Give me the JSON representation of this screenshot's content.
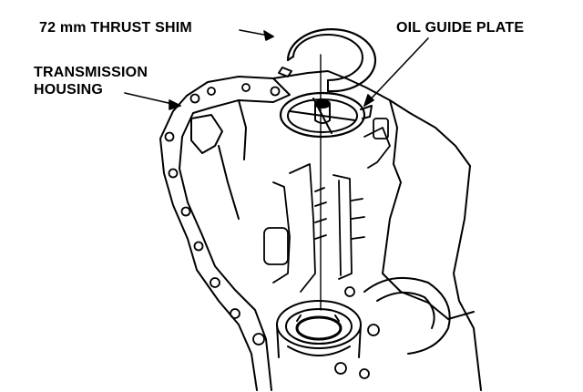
{
  "labels": {
    "thrust_shim": "72 mm THRUST SHIM",
    "oil_guide_plate": "OIL GUIDE PLATE",
    "transmission_housing_line1": "TRANSMISSION",
    "transmission_housing_line2": "HOUSING"
  },
  "colors": {
    "ink": "#000000",
    "paper": "#ffffff"
  }
}
